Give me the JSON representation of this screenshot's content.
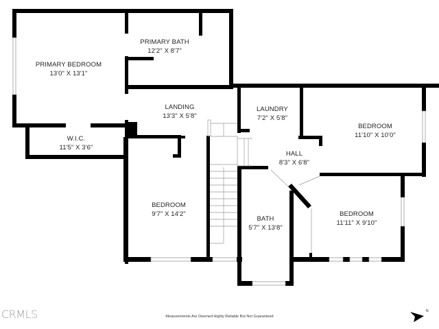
{
  "floorplan": {
    "rooms": [
      {
        "id": "primary-bedroom",
        "name": "PRIMARY BEDROOM",
        "dimensions": "13'0\" X 13'1\""
      },
      {
        "id": "primary-bath",
        "name": "PRIMARY BATH",
        "dimensions": "12'2\" X 8'7\""
      },
      {
        "id": "wic",
        "name": "W.I.C.",
        "dimensions": "11'5\" X 3'6\""
      },
      {
        "id": "landing",
        "name": "LANDING",
        "dimensions": "13'3\" X 5'8\""
      },
      {
        "id": "laundry",
        "name": "LAUNDRY",
        "dimensions": "7'2\" X 5'8\""
      },
      {
        "id": "bedroom-ne",
        "name": "BEDROOM",
        "dimensions": "11'10\" X 10'0\""
      },
      {
        "id": "hall",
        "name": "HALL",
        "dimensions": "8'3\" X 6'8\""
      },
      {
        "id": "bedroom-w",
        "name": "BEDROOM",
        "dimensions": "9'7\" X 14'2\""
      },
      {
        "id": "bath",
        "name": "BATH",
        "dimensions": "5'7\" X 13'8\""
      },
      {
        "id": "bedroom-se",
        "name": "BEDROOM",
        "dimensions": "11'11\" X 9'10\""
      }
    ]
  },
  "footer": {
    "logo": "CRMLS",
    "disclaimer": "Measurements Are Deemed Highly Reliable But Not Guaranteed",
    "north_label": "N"
  },
  "colors": {
    "wall": "#000000",
    "window": "#bbbbbb",
    "text": "#222222",
    "logo": "#9a9a9a"
  }
}
